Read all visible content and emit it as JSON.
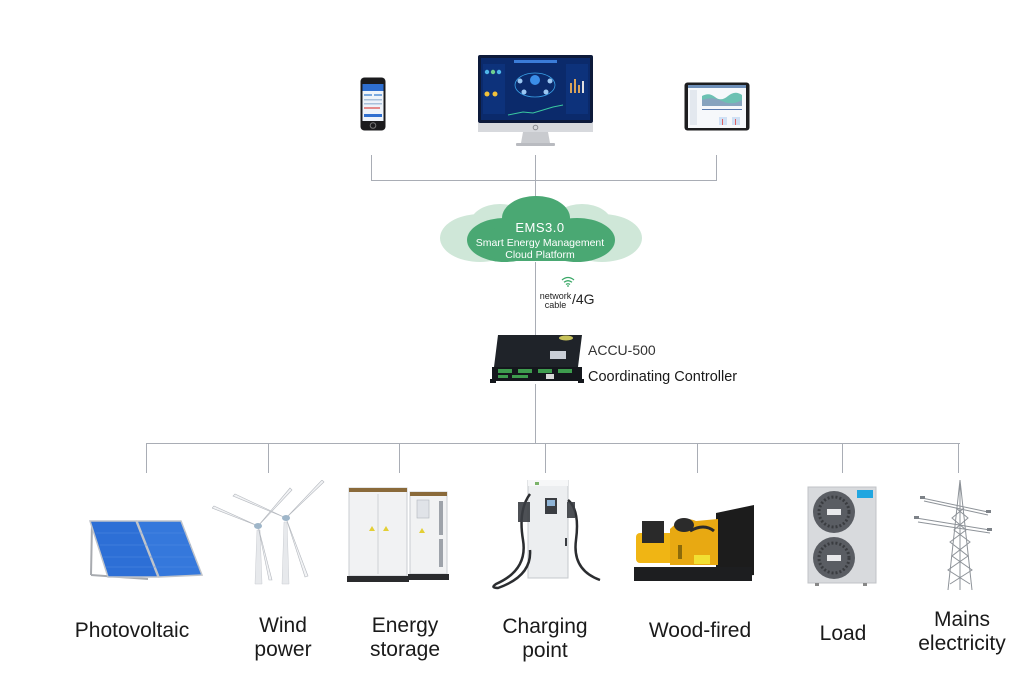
{
  "diagram": {
    "devices": [
      {
        "name": "Smartphone",
        "icon": "smartphone-icon"
      },
      {
        "name": "Desktop monitor dashboard",
        "icon": "monitor-icon"
      },
      {
        "name": "Tablet",
        "icon": "tablet-icon"
      }
    ],
    "cloud": {
      "title": "EMS3.0",
      "subtitle_line1": "Smart Energy Management",
      "subtitle_line2": "Cloud Platform",
      "color": "#4aa873"
    },
    "connection": {
      "line1": "network",
      "line2": "cable",
      "suffix": "/4G",
      "icon": "wifi-icon"
    },
    "controller": {
      "model": "ACCU-500",
      "name": "Coordinating Controller"
    },
    "nodes": [
      {
        "label": "Photovoltaic",
        "icon": "solar-panel-icon"
      },
      {
        "label": "Wind\npower",
        "icon": "wind-turbine-icon"
      },
      {
        "label": "Energy\nstorage",
        "icon": "energy-storage-cabinet-icon"
      },
      {
        "label": "Charging\npoint",
        "icon": "ev-charger-icon"
      },
      {
        "label": "Wood-fired",
        "icon": "generator-icon"
      },
      {
        "label": "Load",
        "icon": "ac-unit-icon"
      },
      {
        "label": "Mains\nelectricity",
        "icon": "power-tower-icon"
      }
    ],
    "colors": {
      "connector": "#a9adb5",
      "wifi": "#3aa867",
      "text": "#1a1a1a"
    }
  }
}
